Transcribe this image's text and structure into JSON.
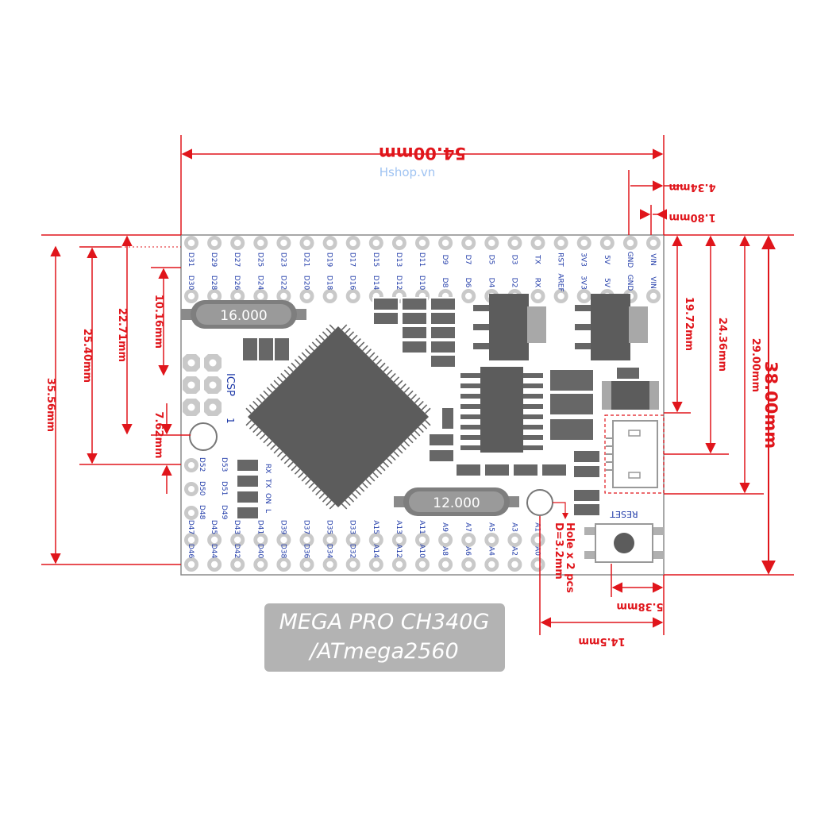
{
  "watermark": "Hshop.vn",
  "board": {
    "crystal_top": "16.000",
    "crystal_bottom": "12.000",
    "icsp_label": "ICSP",
    "icsp_pin1": "1",
    "reset_label": "RESET",
    "hole_note": "Hole x 2 pcs",
    "hole_diameter": "D=3.2mm",
    "led_labels": [
      "RX",
      "TX",
      "ON",
      "L"
    ],
    "side_pin_labels": [
      "D52",
      "D53",
      "D50",
      "D51",
      "D48",
      "D49"
    ],
    "top_row_outer": [
      "D31",
      "D29",
      "D27",
      "D25",
      "D23",
      "D21",
      "D19",
      "D17",
      "D15",
      "D13",
      "D11",
      "D9",
      "D7",
      "D5",
      "D3",
      "TX",
      "RST",
      "3V3",
      "5V",
      "GND",
      "VIN"
    ],
    "top_row_inner": [
      "D30",
      "D28",
      "D26",
      "D24",
      "D22",
      "D20",
      "D18",
      "D16",
      "D14",
      "D12",
      "D10",
      "D8",
      "D6",
      "D4",
      "D2",
      "RX",
      "AREF",
      "3V3",
      "5V",
      "GND",
      "VIN"
    ],
    "bottom_row_inner": [
      "D47",
      "D45",
      "D43",
      "D41",
      "D39",
      "D37",
      "D35",
      "D33",
      "A15",
      "A13",
      "A11",
      "A9",
      "A7",
      "A5",
      "A3",
      "A1"
    ],
    "bottom_row_outer": [
      "D46",
      "D44",
      "D42",
      "D40",
      "D38",
      "D36",
      "D34",
      "D32",
      "A14",
      "A12",
      "A10",
      "A8",
      "A6",
      "A4",
      "A2",
      "A0"
    ]
  },
  "dimensions": {
    "width": "54.00mm",
    "height": "38.00mm",
    "d_4_34": "4.34mm",
    "d_1_80": "1.80mm",
    "d_10_16": "10.16mm",
    "d_22_71": "22.71mm",
    "d_25_40": "25.40mm",
    "d_35_56": "35.56mm",
    "d_7_62": "7.62mm",
    "d_19_72": "19.72mm",
    "d_24_36": "24.36mm",
    "d_29_00": "29.00mm",
    "d_5_38": "5.38mm",
    "d_14_5": "14.5mm"
  },
  "title": {
    "line1": "MEGA PRO CH340G",
    "line2": "/ATmega2560"
  },
  "colors": {
    "dimension_red": "#e0151b",
    "silkscreen_blue": "#1f3aa8",
    "component_gray": "#5f5f5f",
    "pad_gray": "#c9c9c9",
    "title_box": "#b3b3b3"
  }
}
